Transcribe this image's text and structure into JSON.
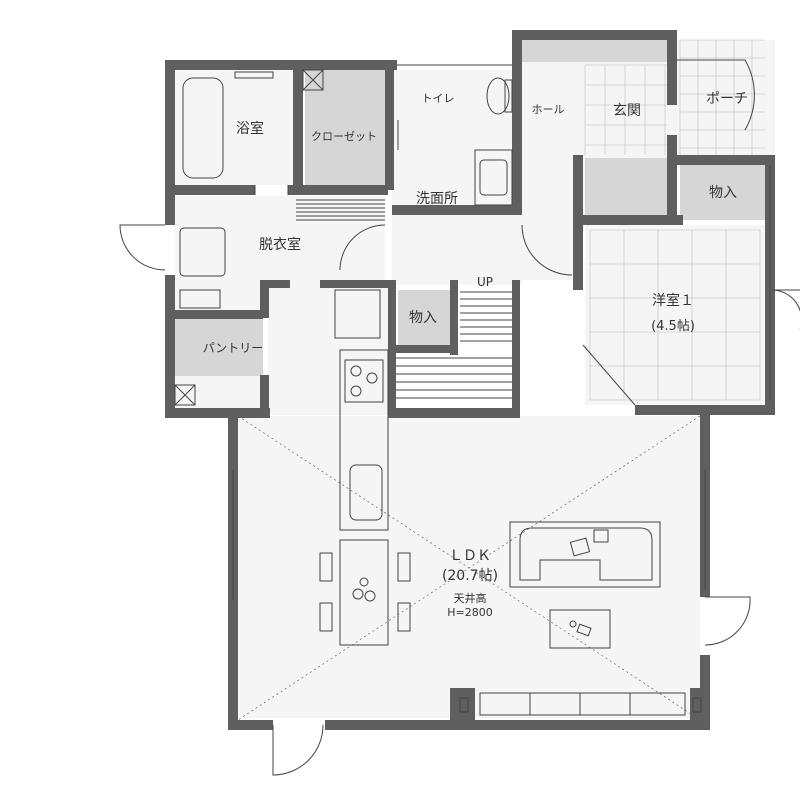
{
  "rooms": {
    "bath": "浴室",
    "closet": "クローゼット",
    "toilet": "トイレ",
    "hall": "ホール",
    "entrance": "玄関",
    "porch": "ポーチ",
    "washroom": "洗面所",
    "dressing": "脱衣室",
    "storage1": "物入",
    "storage2": "物入",
    "stairs_up": "UP",
    "western1": "洋室１",
    "western1_size": "(4.5帖)",
    "pantry": "パントリー",
    "ldk": "ＬＤＫ",
    "ldk_size": "(20.7帖)",
    "ceiling_label": "天井高",
    "ceiling_height": "H=2800"
  },
  "colors": {
    "wall": "#5f5f5f",
    "floor": "#f5f5f5",
    "storage": "#d6d6d6"
  }
}
